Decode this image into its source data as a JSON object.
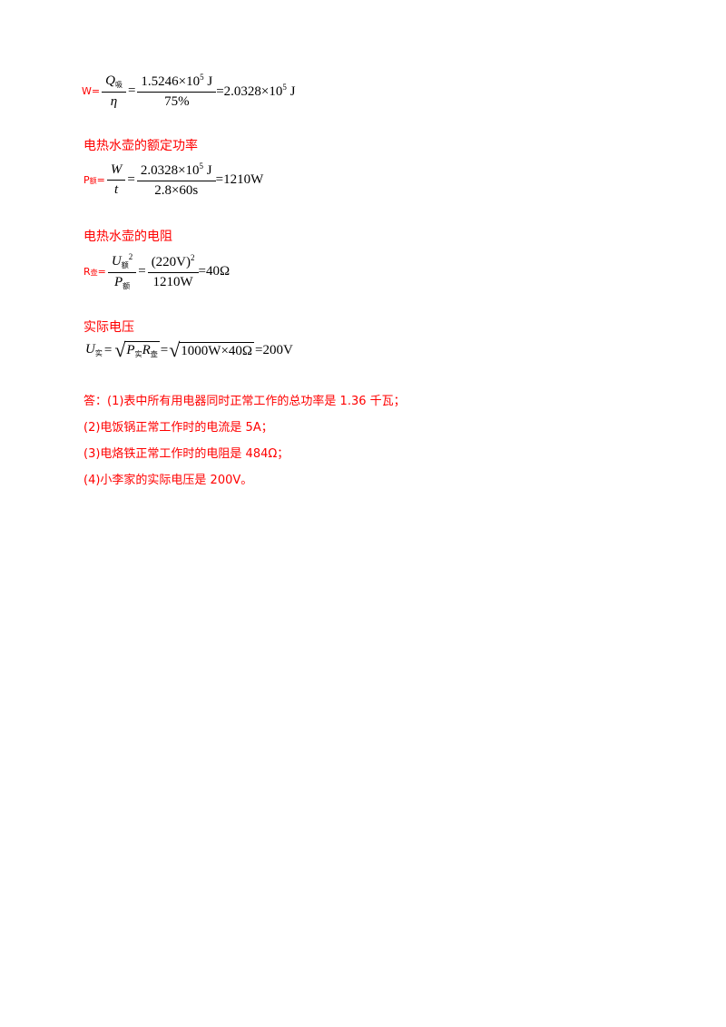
{
  "eq1": {
    "prefix": "W=",
    "frac1_num_Q": "Q",
    "frac1_num_sub": "吸",
    "frac1_den": "η",
    "eq_sign": "=",
    "frac2_num_a": "1.5246×10",
    "frac2_num_sup": "5",
    "frac2_num_b": " J",
    "frac2_den": "75%",
    "result_a": "=2.0328×10",
    "result_sup": "5",
    "result_b": " J"
  },
  "heading1": "电热水壶的额定功率",
  "eq2": {
    "prefix_letter": "P",
    "prefix_sub": "额",
    "prefix_eq": "=",
    "frac1_num": "W",
    "frac1_den": "t",
    "eq_sign": "=",
    "frac2_num_a": "2.0328×10",
    "frac2_num_sup": "5",
    "frac2_num_b": " J",
    "frac2_den": "2.8×60s",
    "result": "=1210W"
  },
  "heading2": "电热水壶的电阻",
  "eq3": {
    "prefix_letter": "R",
    "prefix_sub": "壶",
    "prefix_eq": "=",
    "frac1_num_U": "U",
    "frac1_num_sub": "额",
    "frac1_num_sup": "2",
    "frac1_den_P": "P",
    "frac1_den_sub": "额",
    "eq_sign": "=",
    "frac2_num_a": "(220V)",
    "frac2_num_sup": "2",
    "frac2_den": "1210W",
    "result": "=40Ω"
  },
  "heading3": "实际电压",
  "eq4": {
    "U": "U",
    "U_sub": "实",
    "eq_sign": "=",
    "sqrt1_P": "P",
    "sqrt1_P_sub": "实",
    "sqrt1_R": "R",
    "sqrt1_R_sub": "壶",
    "eq_sign2": "=",
    "sqrt2_body": "1000W×40Ω",
    "result": "=200V"
  },
  "answers": [
    "答：(1)表中所有用电器同时正常工作的总功率是 1.36 千瓦；",
    "(2)电饭锅正常工作时的电流是 5A；",
    "(3)电烙铁正常工作时的电阻是 484Ω；",
    "(4)小李家的实际电压是 200V。"
  ]
}
